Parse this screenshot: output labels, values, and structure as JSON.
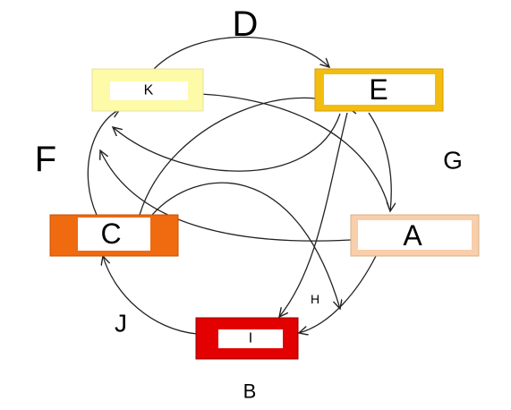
{
  "nodes": [
    {
      "id": "K",
      "label": "K",
      "border": "#e8e0a0",
      "fill": "#fdfaa8"
    },
    {
      "id": "E",
      "label": "E",
      "border": "#d69a00",
      "fill": "#f2bd10"
    },
    {
      "id": "A",
      "label": "A",
      "border": "#d4b08a",
      "fill": "#f9ceaa"
    },
    {
      "id": "C",
      "label": "C",
      "border": "#c85000",
      "fill": "#f06a10"
    },
    {
      "id": "I",
      "label": "I",
      "border": "#900000",
      "fill": "#e20000"
    }
  ],
  "labels": {
    "d": "D",
    "f": "F",
    "g": "G",
    "h": "H",
    "j": "J",
    "b": "B"
  },
  "edges": [
    {
      "from": "K",
      "to": "E",
      "label": "D"
    },
    {
      "from": "E",
      "to": "K"
    },
    {
      "from": "E",
      "to": "A",
      "label": "G"
    },
    {
      "from": "E",
      "to": "I"
    },
    {
      "from": "E",
      "to": "C"
    },
    {
      "from": "A",
      "to": "I",
      "label": "H"
    },
    {
      "from": "A",
      "to": "K"
    },
    {
      "from": "C",
      "to": "K",
      "label": "F"
    },
    {
      "from": "I",
      "to": "C",
      "label": "J"
    },
    {
      "from": "C",
      "to": "I"
    },
    {
      "from": "K",
      "to": "A"
    }
  ]
}
